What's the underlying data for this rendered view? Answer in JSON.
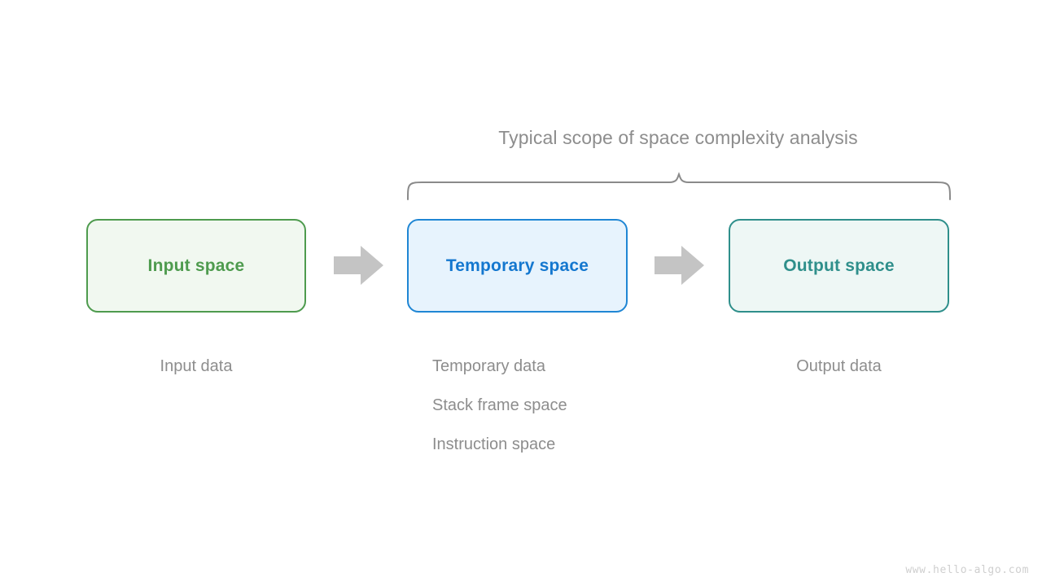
{
  "diagram": {
    "title": "Typical scope of space complexity analysis",
    "watermark": "www.hello-algo.com",
    "colors": {
      "input_accent": "#4e9b4e",
      "input_fill": "#f1f8f0",
      "temporary_accent": "#1477cf",
      "temporary_border": "#1f86d4",
      "temporary_fill": "#e7f3fd",
      "output_accent": "#2f8f8b",
      "output_fill": "#eef7f5",
      "arrow": "#c4c4c4",
      "muted_text": "#8d8d8d",
      "brace": "#8a8a8a"
    },
    "stages": [
      {
        "id": "input",
        "label": "Input space",
        "captions": [
          "Input data"
        ]
      },
      {
        "id": "temporary",
        "label": "Temporary space",
        "captions": [
          "Temporary data",
          "Stack frame space",
          "Instruction space"
        ]
      },
      {
        "id": "output",
        "label": "Output space",
        "captions": [
          "Output data"
        ]
      }
    ],
    "connectors": [
      {
        "id": "arrow-input-to-temporary",
        "icon": "right-arrow-icon"
      },
      {
        "id": "arrow-temporary-to-output",
        "icon": "right-arrow-icon"
      }
    ],
    "scope_bracket": {
      "icon": "curly-brace-icon",
      "covers": [
        "Temporary space",
        "Output space"
      ]
    }
  }
}
